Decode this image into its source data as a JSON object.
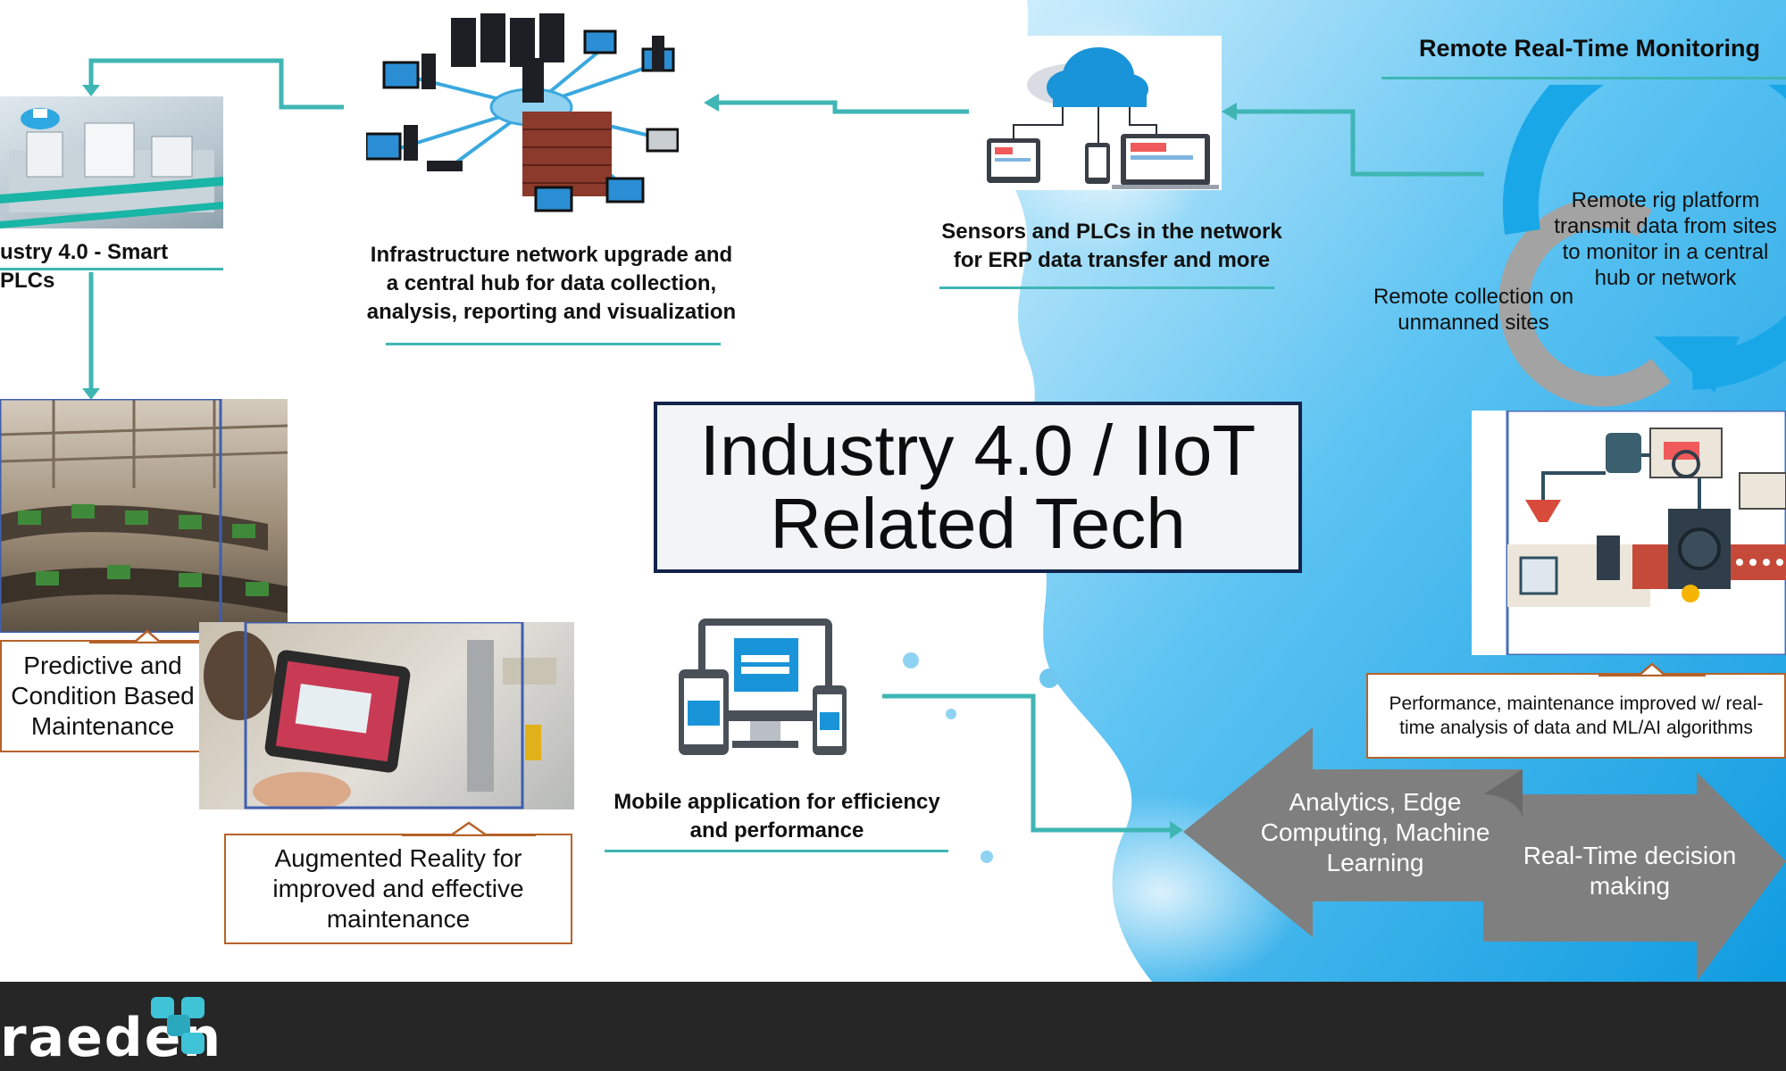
{
  "title": {
    "line1": "Industry 4.0 / IIoT",
    "line2": "Related Tech"
  },
  "nodes": {
    "smart_plcs": "ustry 4.0 - Smart PLCs",
    "infrastructure": "Infrastructure network upgrade and a central hub for data collection, analysis, reporting and visualization",
    "sensors": "Sensors and PLCs in the network for ERP data transfer and more",
    "remote_heading": "Remote Real-Time Monitoring",
    "remote_rig": "Remote rig platform transmit data from sites to monitor in a central hub or network",
    "remote_collection": "Remote collection on unmanned sites",
    "predictive": "Predictive and Condition Based Maintenance",
    "augmented": "Augmented Reality for improved and effective maintenance",
    "mobile": "Mobile application for efficiency and performance",
    "performance": "Performance, maintenance improved w/ real-time analysis of data and ML/AI algorithms",
    "analytics": "Analytics, Edge Computing, Machine Learning",
    "realtime": "Real-Time decision making"
  },
  "footer": {
    "logo": "raeden"
  },
  "colors": {
    "teal": "#3fb6b4",
    "orange": "#b5632a",
    "navy": "#12234a",
    "sky": "#1aa7e8",
    "grey": "#7f7f7f",
    "footer": "#262626"
  },
  "icons": [
    "network-servers-icon",
    "cloud-devices-icon",
    "mobile-devices-icon",
    "circular-arrows-icon",
    "factory-machine-icon",
    "conveyor-photo",
    "tablet-ar-photo",
    "smart-plc-photo"
  ]
}
